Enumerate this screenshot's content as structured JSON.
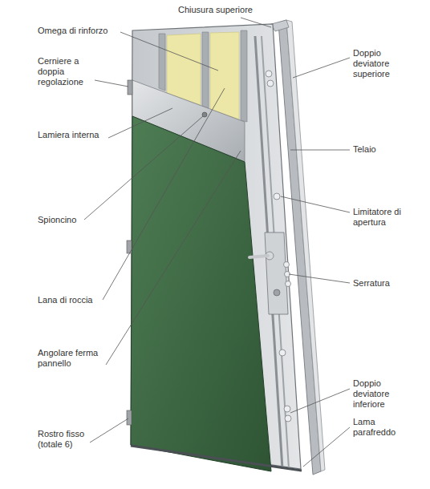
{
  "diagram": {
    "labels": [
      "Chiusura superiore",
      "Omega di rinforzo",
      "Doppio deviatore superiore",
      "Cerniere a doppia regolazione",
      "Lamiera interna",
      "Telaio",
      "Spioncino",
      "Limitatore di apertura",
      "Serratura",
      "Lana di roccia",
      "Angolare ferma pannello",
      "Doppio deviatore inferiore",
      "Rostro fisso (totale 6)",
      "Lama parafreddo"
    ]
  }
}
